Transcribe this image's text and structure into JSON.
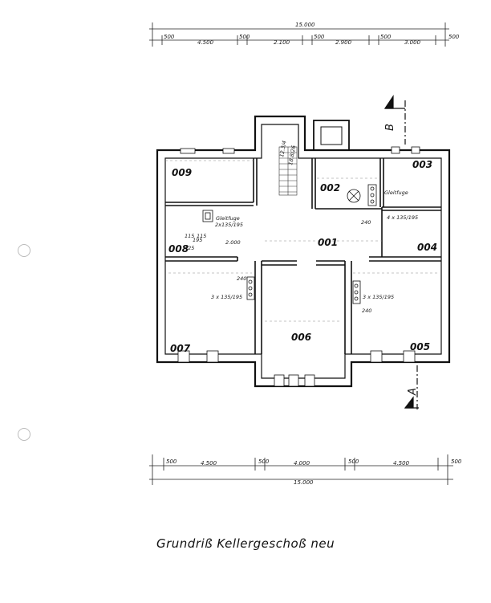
{
  "title": "Grundriß Kellergeschoß neu",
  "top_dimensions": {
    "total": "15.000",
    "segments": [
      "500",
      "4.500",
      "500",
      "2.100",
      "500",
      "2.900",
      "500",
      "3.000",
      "500"
    ]
  },
  "bottom_dimensions": {
    "total": "15.000",
    "segments": [
      "500",
      "4.500",
      "500",
      "4.000",
      "500",
      "4.500",
      "500"
    ]
  },
  "rooms": {
    "r001": "001",
    "r002": "002",
    "r003": "003",
    "r004": "004",
    "r005": "005",
    "r006": "006",
    "r007": "007",
    "r008": "008",
    "r009": "009"
  },
  "annotations": {
    "stair": "12.3/4",
    "stair2": "18.8/26",
    "gleitfuge_1": "Gleitfuge",
    "gleitfuge_1b": "2x135/195",
    "gleitfuge_2": "Gleitfuge",
    "win_004": "4 x 135/195",
    "win_007": "3 x 135/195",
    "win_005": "3 x 135/195",
    "d_425": "425",
    "d_2000": "2.000",
    "d_115a": "115",
    "d_115b": "115",
    "d_195": "195",
    "d_240a": "240",
    "d_240b": "240",
    "d_240c": "240"
  },
  "section_marks": {
    "a": "A",
    "b": "B"
  }
}
